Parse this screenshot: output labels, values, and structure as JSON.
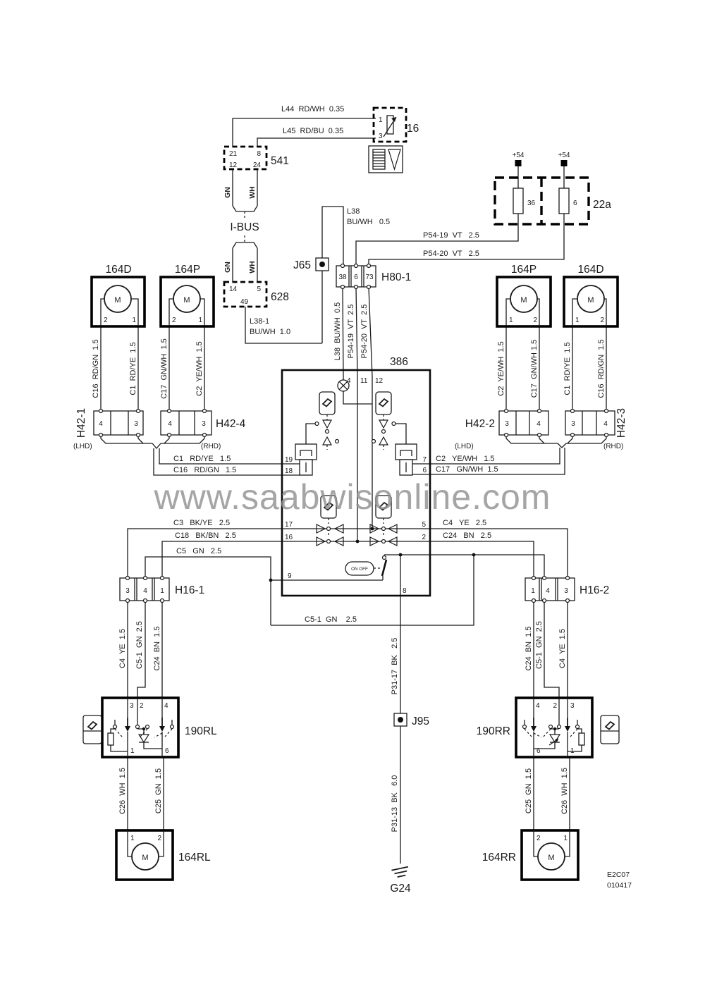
{
  "watermark": "www.saabwisonline.com",
  "footer": {
    "line1": "E2C07",
    "line2": "010417"
  },
  "components": {
    "relay16": "16",
    "unit541": "541",
    "unit628": "628",
    "ibus": "I-BUS",
    "j65": "J65",
    "h801": "H80-1",
    "fusebox": "22a",
    "plus54a": "+54",
    "plus54b": "+54",
    "fuse36": "36",
    "fuse6": "6",
    "m164d_l": "164D",
    "m164p_l": "164P",
    "m164p_r": "164P",
    "m164d_r": "164D",
    "h421": "H42-1",
    "h424": "H42-4",
    "h422": "H42-2",
    "h423": "H42-3",
    "lhd_l": "(LHD)",
    "rhd_l": "(RHD)",
    "lhd_r": "(LHD)",
    "rhd_r": "(RHD)",
    "unit386": "386",
    "onoff": "ON OFF",
    "h161": "H16-1",
    "h162": "H16-2",
    "sw190rl": "190RL",
    "sw190rr": "190RR",
    "m164rl": "164RL",
    "m164rr": "164RR",
    "j95": "J95",
    "g24": "G24"
  },
  "wires": {
    "l44": "L44  RD/WH  0.35",
    "l45": "L45  RD/BU  0.35",
    "gn_a": "GN",
    "wh_a": "WH",
    "gn_b": "GN",
    "wh_b": "WH",
    "l38a": "L38",
    "l38b": "BU/WH   0.5",
    "l381a": "L38-1",
    "l381b": "BU/WH  1.0",
    "p5419h": "P54-19  VT   2.5",
    "p5420h": "P54-20  VT   2.5",
    "l38v": "L38  BU/WH  0.5",
    "p5419v": "P54-19  VT  2.5",
    "p5420v": "P54-20  VT  2.5",
    "c16v_l": "C16  RD/GN  1.5",
    "c1v_l": "C1  RD/YE  1.5",
    "c17v_l": "C17  GN/WH  1.5",
    "c2v_l": "C2  YE/WH  1.5",
    "c2v_r": "C2  YE/WH  1.5",
    "c17v_r": "C17  GN/WH 1.5",
    "c1v_r": "C1  RD/YE  1.5",
    "c16v_r": "C16  RD/GN  1.5",
    "c1h": "C1   RD/YE   1.5",
    "c16h": "C16   RD/GN   1.5",
    "c2h": "C2   YE/WH   1.5",
    "c17h": "C17   GN/WH  1.5",
    "c3h": "C3   BK/YE   2.5",
    "c18h": "C18   BK/BN   2.5",
    "c5h": "C5   GN   2.5",
    "c4h": "C4   YE   2.5",
    "c24h": "C24   BN   2.5",
    "c51h": "C5-1  GN    2.5",
    "c4v_l": "C4  YE  1.5",
    "c51v_l": "C5-1  GN  2.5",
    "c24v_l": "C24  BN  1.5",
    "c24v_r": "C24  BN  1.5",
    "c51v_r": "C5-1  GN  2.5",
    "c4v_r": "C4  YE  1.5",
    "c26v_l": "C26  WH  1.5",
    "c25v_l": "C25  GN  1.5",
    "c25v_r": "C25  GN  1.5",
    "c26v_r": "C26  WH  1.5",
    "p3117": "P31-17  BK   2.5",
    "p3113": "P31-13  BK   6.0"
  },
  "pins": {
    "k16": [
      "1",
      "3"
    ],
    "k541": [
      "21",
      "8",
      "12",
      "24"
    ],
    "k628": [
      "14",
      "5",
      "49"
    ],
    "h801": [
      "38",
      "6",
      "73"
    ],
    "m164d_l": [
      "2",
      "1"
    ],
    "m164p_l": [
      "2",
      "1"
    ],
    "m164p_r": [
      "1",
      "2"
    ],
    "m164d_r": [
      "1",
      "2"
    ],
    "h421": [
      "4",
      "3"
    ],
    "h424": [
      "4",
      "3"
    ],
    "h422": [
      "3",
      "4"
    ],
    "h423": [
      "3",
      "4"
    ],
    "u386_top": [
      "4",
      "11",
      "12"
    ],
    "u386_left": [
      "19",
      "18",
      "17",
      "16",
      "9"
    ],
    "u386_right": [
      "7",
      "6",
      "5",
      "2"
    ],
    "u386_bottom": [
      "8"
    ],
    "h161": [
      "3",
      "4",
      "1"
    ],
    "h162": [
      "1",
      "4",
      "3"
    ],
    "rl_top": [
      "3",
      "2",
      "4"
    ],
    "rl_bot": [
      "1",
      "6"
    ],
    "rr_top": [
      "4",
      "2",
      "3"
    ],
    "rr_bot": [
      "6",
      "1"
    ],
    "m164rl": [
      "1",
      "2"
    ],
    "m164rr": [
      "2",
      "1"
    ]
  }
}
